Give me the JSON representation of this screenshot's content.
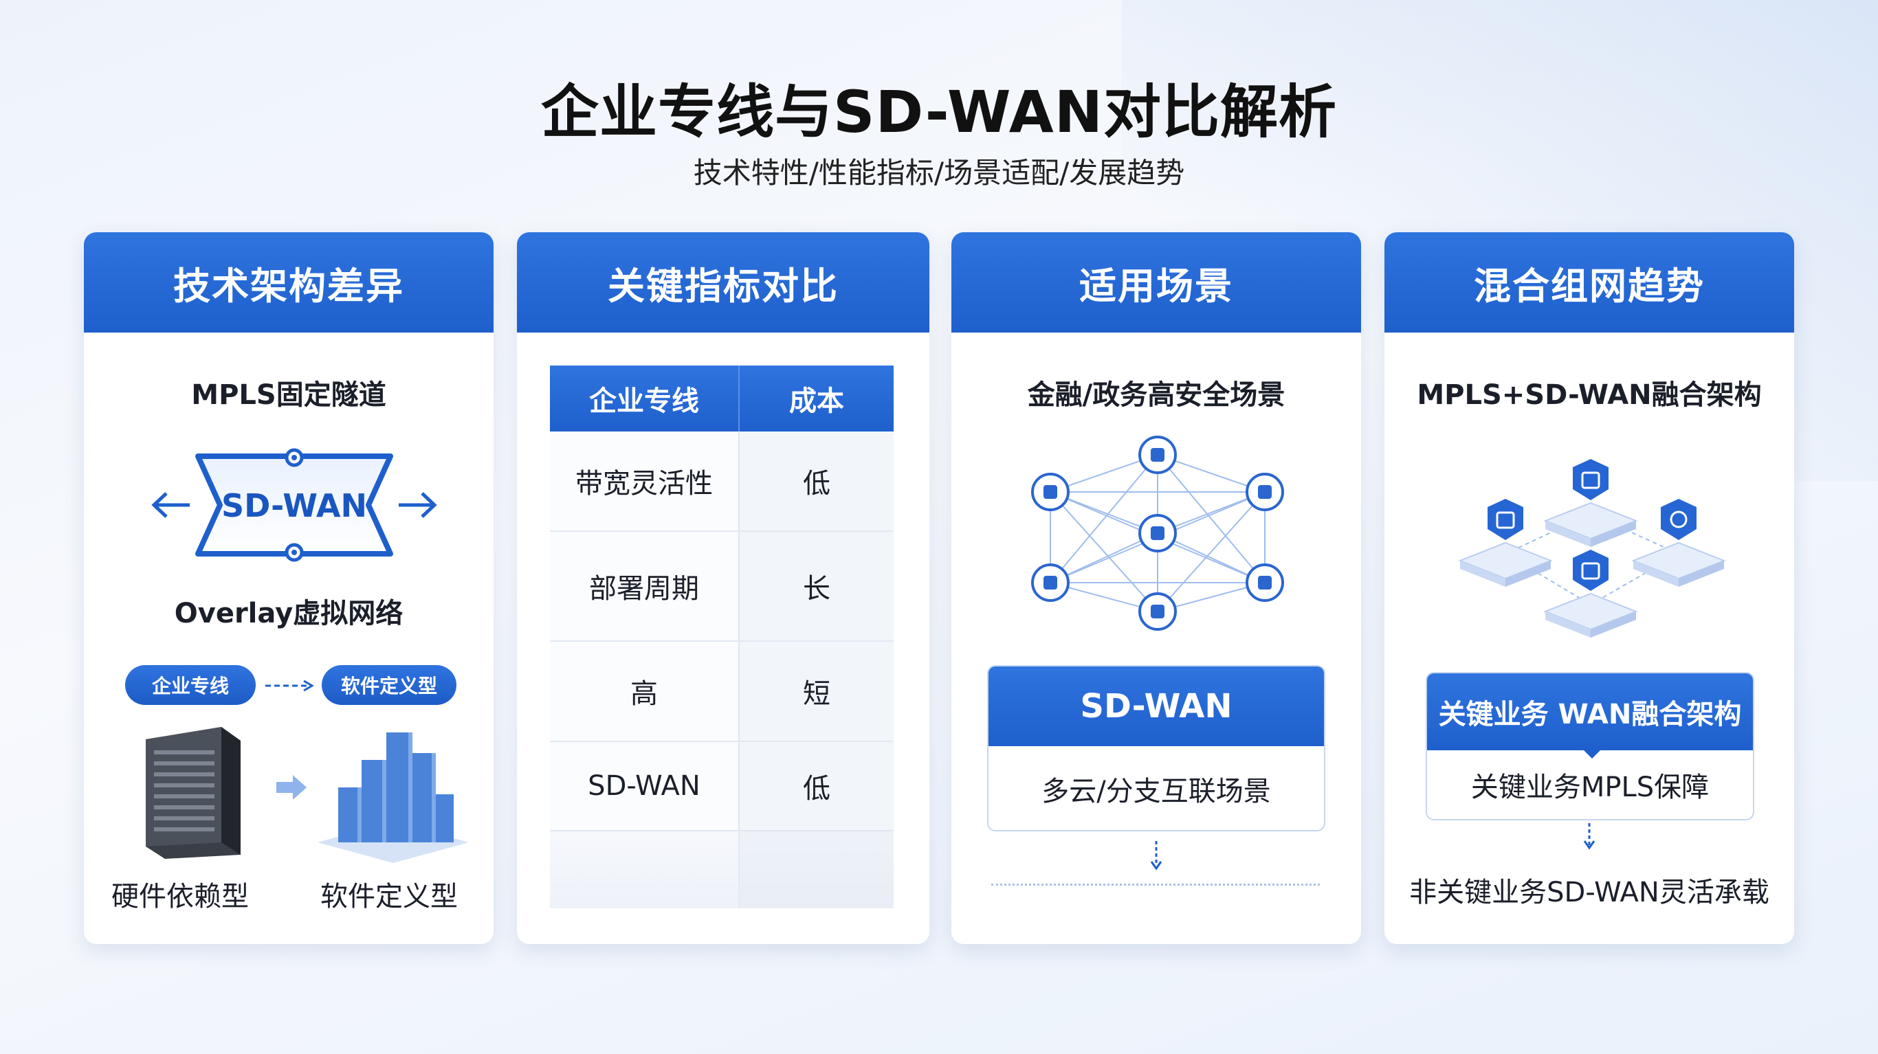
{
  "title": "企业专线与SD-WAN对比解析",
  "subtitle": "技术特性/性能指标/场景适配/发展趋势",
  "colors": {
    "accent": "#1e5fcc",
    "accent_light": "#2f74df",
    "background": "#eef3fb"
  },
  "cards": [
    {
      "header": "技术架构差异",
      "heading": "MPLS固定隧道",
      "badge": "SD-WAN",
      "caption": "Overlay虚拟网络",
      "pill_left": "企业专线",
      "pill_right": "软件定义型",
      "label_left": "硬件依赖型",
      "label_right": "软件定义型",
      "icons": [
        "arrow-left-icon",
        "arrow-right-icon",
        "server-rack-icon",
        "city-buildings-icon"
      ]
    },
    {
      "header": "关键指标对比",
      "table": {
        "headers": [
          "企业专线",
          "成本"
        ],
        "rows": [
          [
            "带宽灵活性",
            "低"
          ],
          [
            "部署周期",
            "长"
          ],
          [
            "高",
            "短"
          ],
          [
            "SD-WAN",
            "低"
          ]
        ]
      }
    },
    {
      "header": "适用场景",
      "heading": "金融/政务高安全场景",
      "box_title": "SD-WAN",
      "box_text": "多云/分支互联场景",
      "icons": [
        "network-mesh-icon",
        "arrow-down-icon"
      ]
    },
    {
      "header": "混合组网趋势",
      "heading": "MPLS+SD-WAN融合架构",
      "box_title": "关键业务 WAN融合架构",
      "box_text": "关键业务MPLS保障",
      "footer": "非关键业务SD-WAN灵活承载",
      "icons": [
        "node-platform-icon",
        "arrow-down-icon"
      ]
    }
  ]
}
